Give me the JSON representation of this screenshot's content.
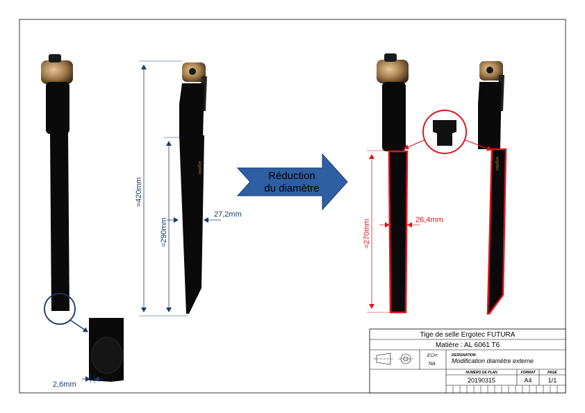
{
  "dimensions": {
    "total_length": "≈420mm",
    "insert_length": "≈290mm",
    "diameter_original": "27,2mm",
    "wall_thickness": "2,6mm",
    "new_insert_length": "≈270mm",
    "diameter_new": "26,4mm"
  },
  "arrow": {
    "line1": "Réduction",
    "line2": "du diamètre"
  },
  "title_block": {
    "title": "Tige de selle Ergotec FUTURA",
    "material": "Matière : AL 6061 T6",
    "scale_label": "ECH:",
    "scale_value": "NA",
    "designation_label": "DESIGNATION:",
    "designation_value": "Modification diamètre externe",
    "plan_number_label": "NUMERO DE PLAN",
    "plan_number": "20190315",
    "format_label": "FORMAT",
    "format_value": "A4",
    "page_label": "PAGE",
    "page_value": "1/1"
  },
  "colors": {
    "dimension_blue": "#1b3a6b",
    "arrow_fill": "#2e5fa3",
    "highlight_red": "#e0141b",
    "part_black": "#0a0a0a",
    "clamp_bronze": "#a07a4a"
  }
}
